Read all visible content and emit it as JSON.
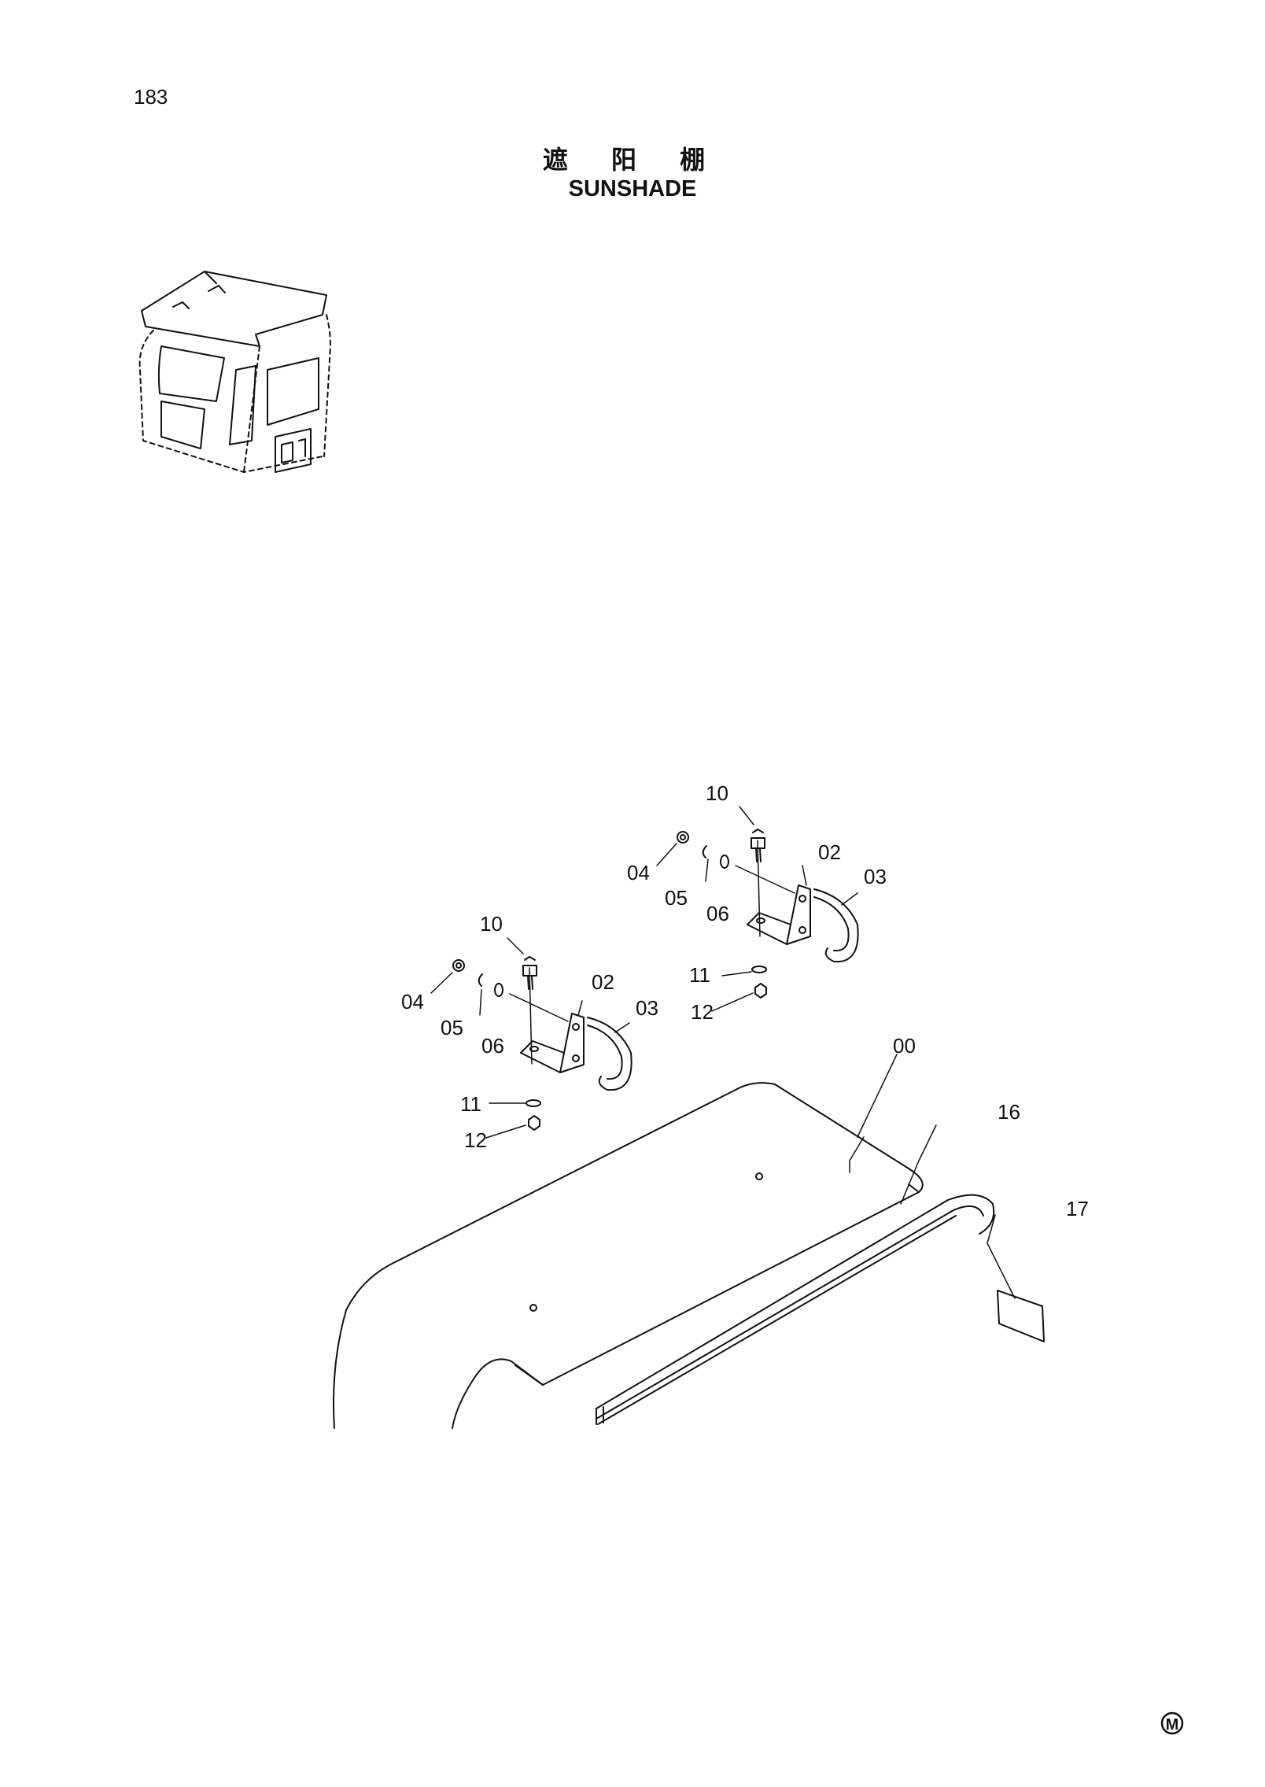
{
  "page": {
    "number": "183"
  },
  "title": {
    "chinese": "遮 阳 棚",
    "english": "SUNSHADE"
  },
  "colors": {
    "ink": "#111111",
    "paper": "#ffffff"
  },
  "labels": {
    "r_10": "10",
    "r_04": "04",
    "r_05": "05",
    "r_06": "06",
    "r_02": "02",
    "r_03": "03",
    "r_11": "11",
    "r_12": "12",
    "l_10": "10",
    "l_04": "04",
    "l_05": "05",
    "l_06": "06",
    "l_02": "02",
    "l_03": "03",
    "l_11": "11",
    "l_12": "12",
    "p_00": "00",
    "p_16": "16",
    "p_17": "17"
  },
  "mark": "M"
}
